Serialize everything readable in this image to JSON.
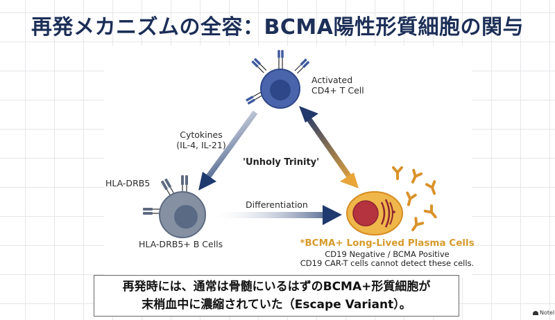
{
  "title": "再発メカニズムの全容：BCMA陽性形質細胞の関与",
  "diagram": {
    "center_label": "'Unholy Trinity'",
    "nodes": {
      "t_cell": {
        "label_line1": "Activated",
        "label_line2": "CD4+ T Cell",
        "color": "#3f5a9e"
      },
      "b_cell": {
        "label": "HLA-DRB5+ B Cells",
        "receptor_label": "HLA-DRB5",
        "color": "#7b879b"
      },
      "plasma_cell": {
        "title": "*BCMA+ Long-Lived Plasma Cells",
        "subtitle1": "CD19 Negative / BCMA Positive",
        "subtitle2": "CD19 CAR-T cells cannot detect these cells.",
        "color": "#e8a63a",
        "nucleus_color": "#b5323f"
      }
    },
    "edges": {
      "t_to_b": {
        "label_line1": "Cytokines",
        "label_line2": "(IL-4, IL-21)"
      },
      "b_to_plasma": {
        "label": "Differentiation"
      },
      "t_plasma": {
        "direction": "bidirectional"
      }
    }
  },
  "callout": {
    "line1": "再発時には、通常は骨髄にいるはずのBCMA+形質細胞が",
    "line2": "末梢血中に濃縮されていた（Escape Variant）。"
  },
  "brand": {
    "label": "Notel"
  },
  "colors": {
    "title": "#1c2f57",
    "navy": "#1f3a6e",
    "gold": "#e8a63a"
  }
}
